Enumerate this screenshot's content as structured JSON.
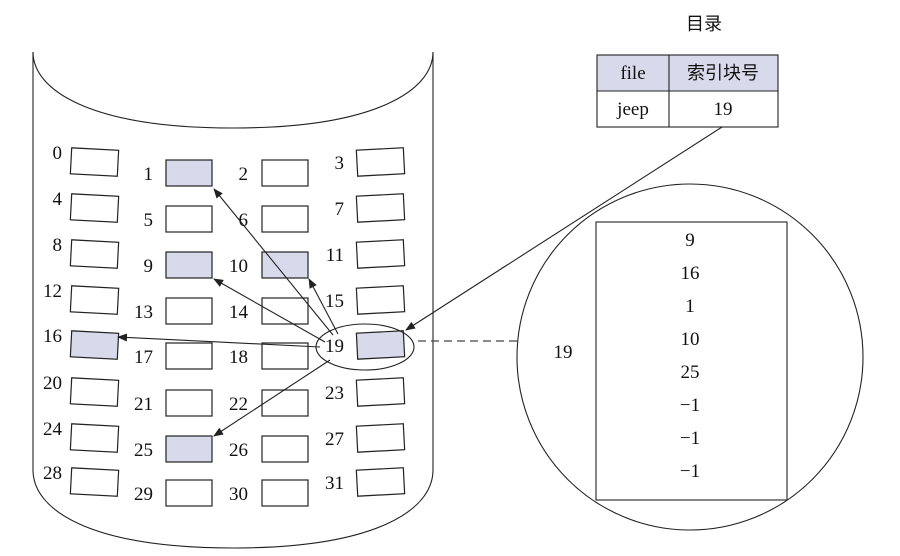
{
  "colors": {
    "used_block": "#d9d9ec",
    "stroke": "#222222",
    "background": "#ffffff"
  },
  "directory": {
    "title": "目录",
    "headers": [
      "file",
      "索引块号"
    ],
    "row": {
      "file": "jeep",
      "index_block": "19"
    }
  },
  "disk": {
    "blocks": [
      "0",
      "1",
      "2",
      "3",
      "4",
      "5",
      "6",
      "7",
      "8",
      "9",
      "10",
      "11",
      "12",
      "13",
      "14",
      "15",
      "16",
      "17",
      "18",
      "19",
      "20",
      "21",
      "22",
      "23",
      "24",
      "25",
      "26",
      "27",
      "28",
      "29",
      "30",
      "31"
    ],
    "used_blocks": [
      "1",
      "9",
      "10",
      "16",
      "19",
      "25"
    ]
  },
  "index_block": {
    "number": "19",
    "entries": [
      "9",
      "16",
      "1",
      "10",
      "25",
      "−1",
      "−1",
      "−1"
    ]
  }
}
